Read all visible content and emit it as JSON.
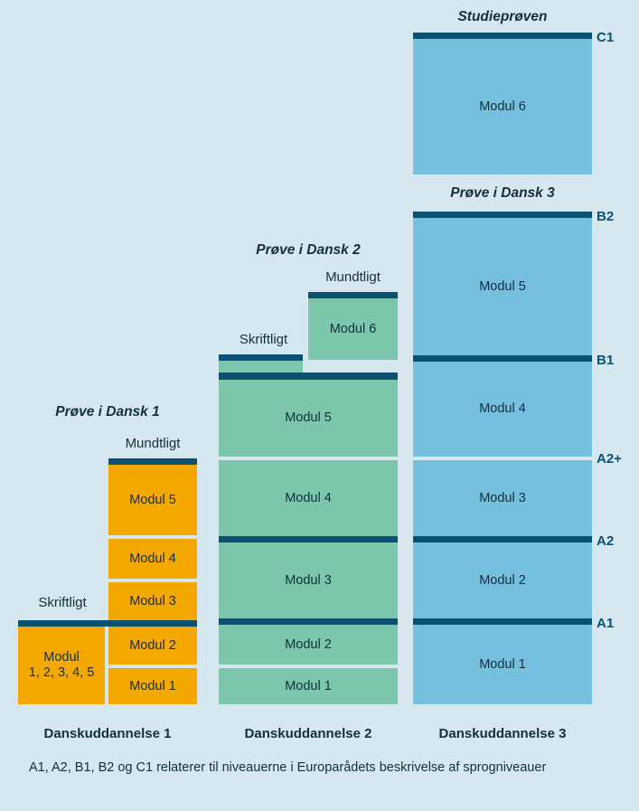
{
  "diagram": {
    "title_footnote": "A1, A2, B1, B2 og C1 relaterer til niveauerne i Europarådets beskrivelse af sprogniveauer",
    "colors": {
      "background": "#d6e7ef",
      "column1": "#f5a800",
      "column2": "#7cc6ac",
      "column3": "#76c0df",
      "bar": "#0b5172",
      "text": "#12303c"
    }
  },
  "columns": [
    {
      "name": "Danskuddannelse 1",
      "exam_label": "Prøve i Dansk 1",
      "tracks": [
        {
          "label": "Skriftligt",
          "modules": [
            "Modul\n1, 2, 3, 4, 5"
          ]
        },
        {
          "label": "Mundtligt",
          "modules": [
            "Modul 5",
            "Modul 4",
            "Modul 3",
            "Modul 2",
            "Modul 1"
          ]
        }
      ]
    },
    {
      "name": "Danskuddannelse 2",
      "exam_label": "Prøve i Dansk 2",
      "tracks": [
        {
          "label": "Skriftligt",
          "modules": []
        },
        {
          "label": "Mundtligt",
          "modules": [
            "Modul 6"
          ]
        }
      ],
      "modules": [
        "Modul 5",
        "Modul 4",
        "Modul 3",
        "Modul 2",
        "Modul 1"
      ]
    },
    {
      "name": "Danskuddannelse 3",
      "exam_label_top": "Studieprøven",
      "exam_label": "Prøve i Dansk 3",
      "top_module": "Modul 6",
      "modules": [
        "Modul 5",
        "Modul 4",
        "Modul 3",
        "Modul 2",
        "Modul 1"
      ]
    }
  ],
  "levels": [
    {
      "id": "C1",
      "label": "C1"
    },
    {
      "id": "B2",
      "label": "B2"
    },
    {
      "id": "B1",
      "label": "B1"
    },
    {
      "id": "A2p",
      "label": "A2+"
    },
    {
      "id": "A2",
      "label": "A2"
    },
    {
      "id": "A1",
      "label": "A1"
    }
  ],
  "labels": {
    "skriftligt": "Skriftligt",
    "mundtligt": "Mundtligt"
  },
  "modules": {
    "m1": "Modul 1",
    "m2": "Modul 2",
    "m3": "Modul 3",
    "m4": "Modul 4",
    "m5": "Modul 5",
    "m6": "Modul 6",
    "m12345": "Modul\n1, 2, 3, 4, 5"
  }
}
